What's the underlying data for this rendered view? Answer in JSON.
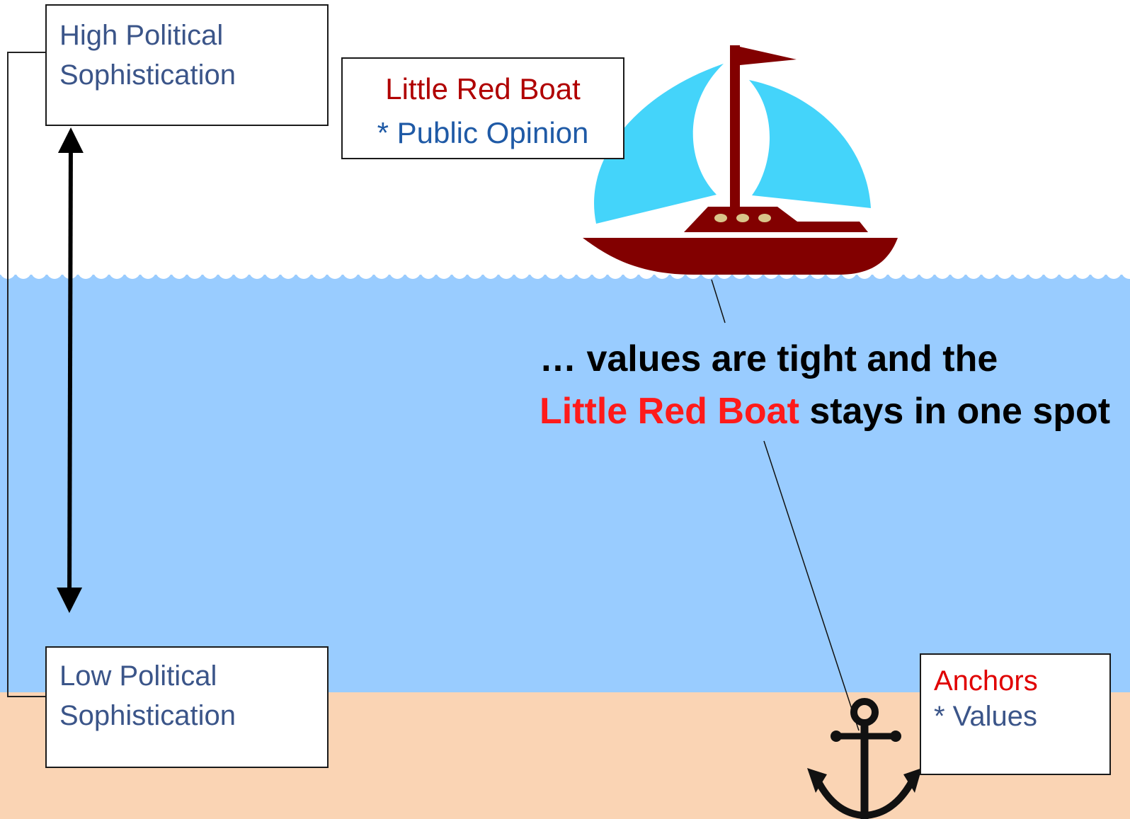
{
  "colors": {
    "water": "#99ccff",
    "sand": "#fad4b4",
    "sail": "#44d4fa",
    "hull": "#820000",
    "porthole": "#d9c58a",
    "anchor": "#111111"
  },
  "icons": [
    "sailboat-icon",
    "anchor-icon",
    "double-headed-arrow"
  ],
  "labels": {
    "high": {
      "line1": "High Political",
      "line2": "Sophistication"
    },
    "low": {
      "line1": "Low Political",
      "line2": "Sophistication"
    },
    "boat": {
      "title": "Little Red Boat",
      "item": "* Public Opinion"
    },
    "anchor": {
      "title": "Anchors",
      "item": "* Values"
    }
  },
  "caption": {
    "line1": "… values are tight and the",
    "highlight": "Little Red Boat",
    "rest": " stays in one spot"
  }
}
